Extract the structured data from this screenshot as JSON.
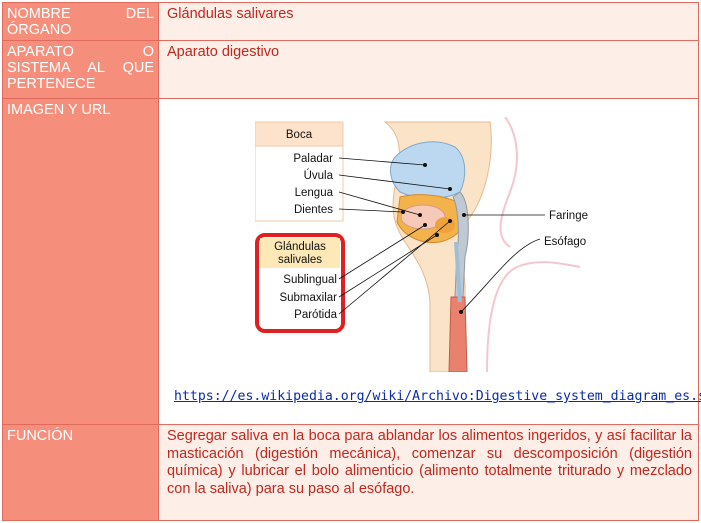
{
  "rows": [
    {
      "label_lines": [
        "NOMBRE DEL",
        "ÓRGANO"
      ],
      "value": "Glándulas salivares"
    },
    {
      "label_lines": [
        "APARATO O",
        "SISTEMA AL QUE",
        "PERTENECE"
      ],
      "value": "Aparato digestivo"
    },
    {
      "label_lines": [
        "IMAGEN Y URL"
      ],
      "url": "https://es.wikipedia.org/wiki/Archivo:Digestive_system_diagram_es.svg"
    },
    {
      "label_lines": [
        "FUNCIÓN"
      ],
      "value": "Segregar saliva en la boca para ablandar los alimentos ingeridos, y así facilitar la masticación (digestión mecánica), comenzar su descomposición (digestión química) y lubricar el bolo alimenticio (alimento totalmente triturado y mezclado con la saliva) para su paso al esófago."
    }
  ],
  "diagram": {
    "boca_title": "Boca",
    "boca_items": [
      "Paladar",
      "Úvula",
      "Lengua",
      "Dientes"
    ],
    "glandulas_title_lines": [
      "Glándulas",
      "salivales"
    ],
    "glandulas_items": [
      "Sublingual",
      "Submaxilar",
      "Parótida"
    ],
    "right_labels": [
      "Faringe",
      "Esófago"
    ],
    "colors": {
      "label_bg": "#f58f7c",
      "value_bg": "#fdeee8",
      "value_text": "#c0281e",
      "border": "#e06a5e",
      "link": "#0b2aa8",
      "highlight_box": "#e02020"
    }
  }
}
